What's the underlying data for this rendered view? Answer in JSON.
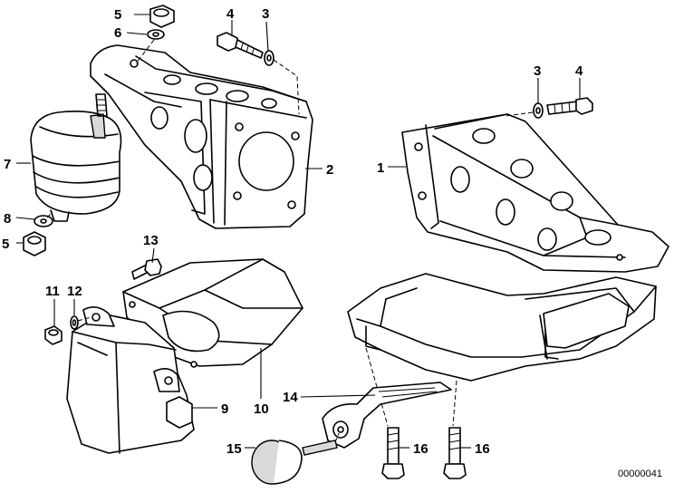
{
  "callouts": {
    "c1": "1",
    "c2": "2",
    "c3a": "3",
    "c3b": "3",
    "c4a": "4",
    "c4b": "4",
    "c5a": "5",
    "c5b": "5",
    "c6": "6",
    "c7": "7",
    "c8": "8",
    "c9": "9",
    "c10": "10",
    "c11": "11",
    "c12": "12",
    "c13": "13",
    "c14": "14",
    "c15": "15",
    "c16a": "16",
    "c16b": "16"
  },
  "document_id": "00000041"
}
